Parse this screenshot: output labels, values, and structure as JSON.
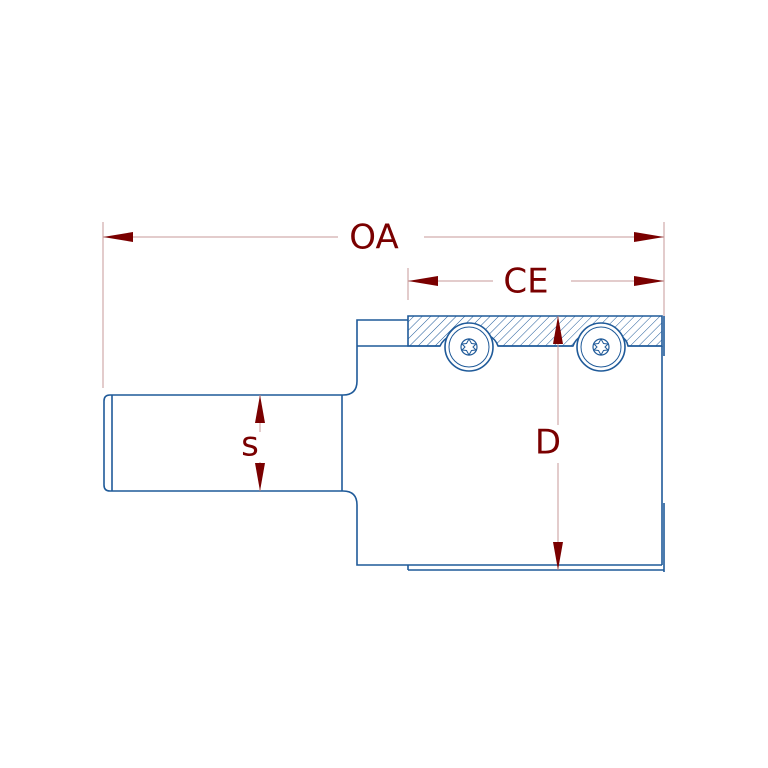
{
  "labels": {
    "oa": "OA",
    "ce": "CE",
    "d": "D",
    "s": "s"
  },
  "colors": {
    "outline": "#1f5a99",
    "dimension": "#7a0000",
    "extension": "#c79a9a",
    "background": "#ffffff"
  },
  "icons": {
    "screw": "torx-screw-icon"
  }
}
